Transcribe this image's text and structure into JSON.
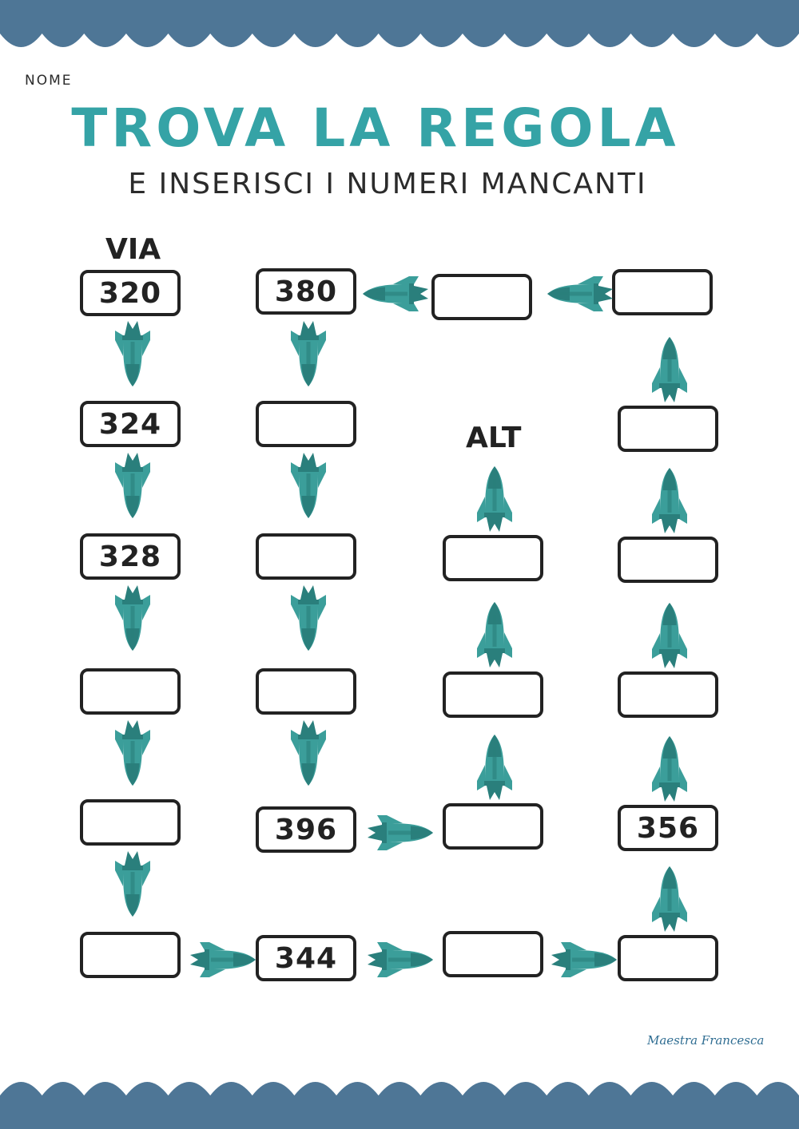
{
  "header": {
    "name_label": "NOME",
    "title": "TROVA LA REGOLA",
    "subtitle": "E INSERISCI I NUMERI MANCANTI"
  },
  "markers": {
    "start": "VIA",
    "end": "ALT"
  },
  "boxes": {
    "c1r1": "320",
    "c1r2": "324",
    "c1r3": "328",
    "c1r4": "",
    "c1r5": "",
    "c1r6": "",
    "c2r1": "380",
    "c2r2": "",
    "c2r3": "",
    "c2r4": "",
    "c2r5": "396",
    "c2r6": "344",
    "top3": "",
    "top4": "",
    "c3r3": "",
    "c3r4": "",
    "c3r5": "",
    "c3r6": "",
    "c4r2": "",
    "c4r3": "",
    "c4r4": "",
    "c4r5": "356",
    "c4r6": ""
  },
  "footer": {
    "credit": "Maestra Francesca"
  },
  "colors": {
    "accent": "#35a3a6",
    "wave": "#4e7696",
    "rocket": "#3b9e9a"
  },
  "icons": {
    "rocket": "rocket-icon",
    "wave": "wave-border"
  }
}
